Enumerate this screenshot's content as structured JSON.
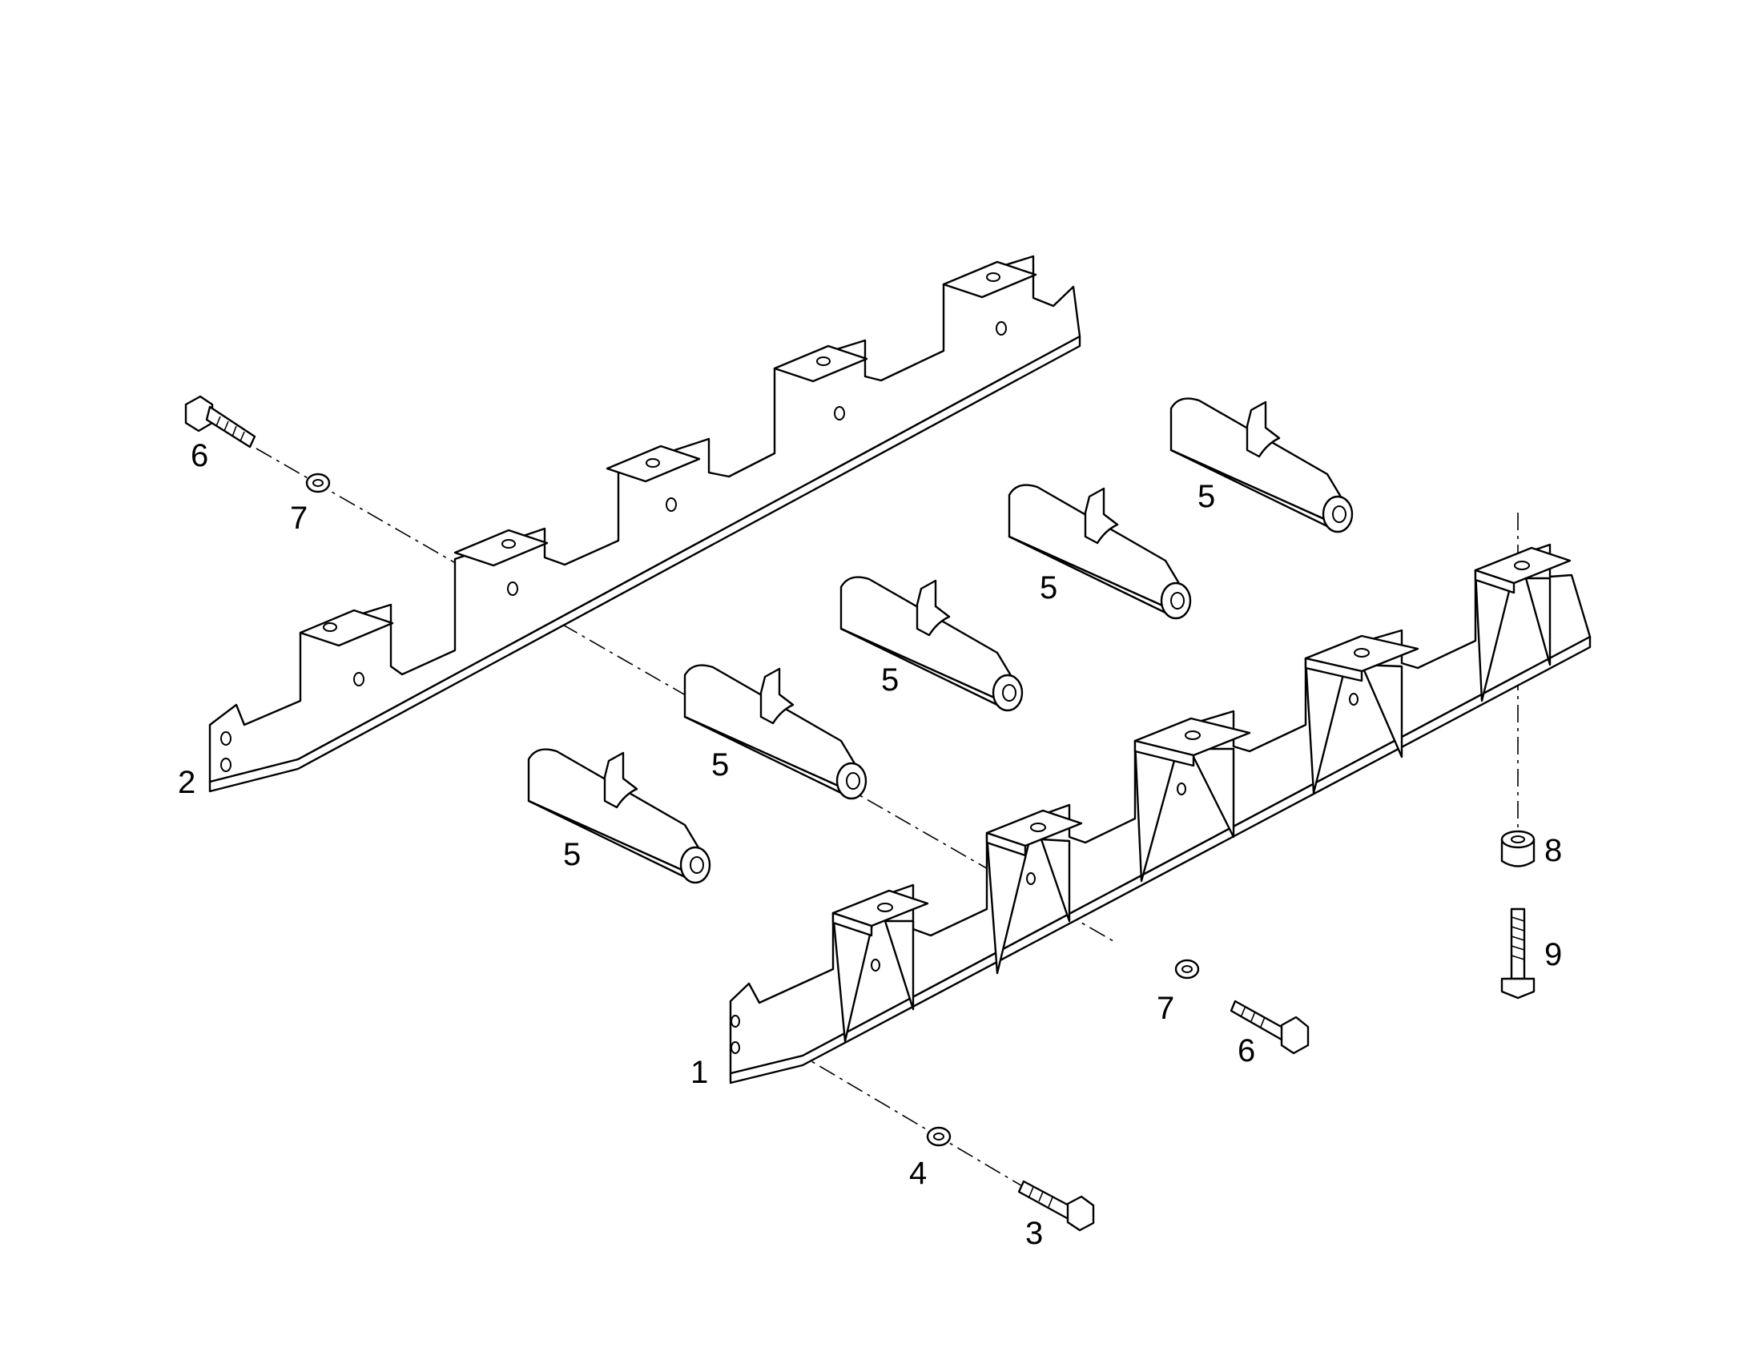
{
  "callouts": {
    "c1": "1",
    "c2": "2",
    "c3": "3",
    "c4": "4",
    "c5a": "5",
    "c5b": "5",
    "c5c": "5",
    "c5d": "5",
    "c5e": "5",
    "c6a": "6",
    "c6b": "6",
    "c7a": "7",
    "c7b": "7",
    "c8": "8",
    "c9": "9"
  }
}
